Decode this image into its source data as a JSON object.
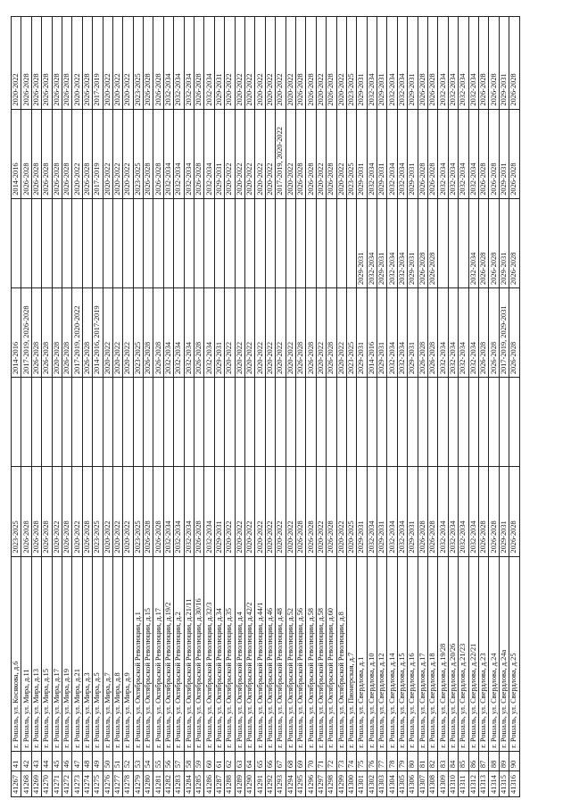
{
  "table": {
    "rows": [
      [
        "41267",
        "41",
        "г. Рошаль, ул. Косякова, д.6",
        "2023-2025",
        "",
        "2014-2016",
        "",
        "2014-2016",
        "2020-2022"
      ],
      [
        "41268",
        "42",
        "г. Рошаль, ул. Мира, д.11",
        "2026-2028",
        "",
        "2017-2019, 2026-2028",
        "",
        "2026-2028",
        "2026-2028"
      ],
      [
        "41269",
        "43",
        "г. Рошаль, ул. Мира, д.13",
        "2026-2028",
        "",
        "2026-2028",
        "",
        "2026-2028",
        "2026-2028"
      ],
      [
        "41270",
        "44",
        "г. Рошаль, ул. Мира, д.15",
        "2026-2028",
        "",
        "2026-2028",
        "",
        "2026-2028",
        "2026-2028"
      ],
      [
        "41271",
        "45",
        "г. Рошаль, ул. Мира, д.17",
        "2020-2022",
        "",
        "2020-2028",
        "",
        "2026-2028",
        "2026-2028"
      ],
      [
        "41272",
        "46",
        "г. Рошаль, ул. Мира, д.19",
        "2026-2028",
        "",
        "2026-2028",
        "",
        "2026-2028",
        "2026-2028"
      ],
      [
        "41273",
        "47",
        "г. Рошаль, ул. Мира, д.21",
        "2020-2022",
        "",
        "2017-2019, 2020-2022",
        "",
        "2020-2022",
        "2020-2022"
      ],
      [
        "41274",
        "48",
        "г. Рошаль, ул. Мира, д.3",
        "2026-2028",
        "",
        "2026-2028",
        "",
        "2026-2028",
        "2026-2028"
      ],
      [
        "41275",
        "49",
        "г. Рошаль, ул. Мира, д.5",
        "2023-2025",
        "",
        "2014-2016, 2017-2019",
        "",
        "2017-2019",
        "2017-2019"
      ],
      [
        "41276",
        "50",
        "г. Рошаль, ул. Мира, д.7",
        "2020-2022",
        "",
        "2020-2022",
        "",
        "2020-2022",
        "2020-2022"
      ],
      [
        "41277",
        "51",
        "г. Рошаль, ул. Мира, д.8",
        "2020-2022",
        "",
        "2020-2022",
        "",
        "2020-2022",
        "2020-2022"
      ],
      [
        "41278",
        "52",
        "г. Рошаль, ул. Мира, д.9",
        "2020-2022",
        "",
        "2020-2022",
        "",
        "2020-2022",
        "2020-2022"
      ],
      [
        "41279",
        "53",
        "г. Рошаль, ул. Октябрьской Революции, д.1",
        "2023-2025",
        "",
        "2023-2025",
        "",
        "2023-2025",
        "2023-2025"
      ],
      [
        "41280",
        "54",
        "г. Рошаль, ул. Октябрьской Революции, д.15",
        "2026-2028",
        "",
        "2026-2028",
        "",
        "2026-2028",
        "2026-2028"
      ],
      [
        "41281",
        "55",
        "г. Рошаль, ул. Октябрьской Революции, д.17",
        "2026-2028",
        "",
        "2026-2028",
        "",
        "2026-2028",
        "2026-2028"
      ],
      [
        "41282",
        "56",
        "г. Рошаль, ул. Октябрьской Революции, д.19/2",
        "2032-2034",
        "",
        "2032-2034",
        "",
        "2032-2034",
        "2032-2034"
      ],
      [
        "41283",
        "57",
        "г. Рошаль, ул. Октябрьской Революции, д.2",
        "2032-2034",
        "",
        "2032-2034",
        "",
        "2032-2034",
        "2032-2034"
      ],
      [
        "41284",
        "58",
        "г. Рошаль, ул. Октябрьской Революции, д.21/11",
        "2032-2034",
        "",
        "2032-2034",
        "",
        "2032-2034",
        "2032-2034"
      ],
      [
        "41285",
        "59",
        "г. Рошаль, ул. Октябрьской Революции, д.30/16",
        "2026-2028",
        "",
        "2026-2028",
        "",
        "2026-2028",
        "2026-2028"
      ],
      [
        "41286",
        "60",
        "г. Рошаль, ул. Октябрьской Революции, д.32/3",
        "2032-2034",
        "",
        "2032-2034",
        "",
        "2032-2034",
        "2032-2034"
      ],
      [
        "41287",
        "61",
        "г. Рошаль, ул. Октябрьской Революции, д.34",
        "2029-2031",
        "",
        "2029-2031",
        "",
        "2029-2031",
        "2029-2031"
      ],
      [
        "41288",
        "62",
        "г. Рошаль, ул. Октябрьской Революции, д.35",
        "2020-2022",
        "",
        "2020-2022",
        "",
        "2020-2022",
        "2020-2022"
      ],
      [
        "41289",
        "63",
        "г. Рошаль, ул. Октябрьской Революции, д.4",
        "2020-2022",
        "",
        "2020-2022",
        "",
        "2020-2022",
        "2020-2022"
      ],
      [
        "41290",
        "64",
        "г. Рошаль, ул. Октябрьской Революции, д.42/2",
        "2020-2022",
        "",
        "2020-2022",
        "",
        "2020-2022",
        "2020-2022"
      ],
      [
        "41291",
        "65",
        "г. Рошаль, ул. Октябрьской Революции, д.44/1",
        "2020-2022",
        "",
        "2020-2022",
        "",
        "2020-2022",
        "2020-2022"
      ],
      [
        "41292",
        "66",
        "г. Рошаль, ул. Октябрьской Революции, д.46",
        "2020-2022",
        "",
        "2020-2022",
        "",
        "2020-2022",
        "2020-2022"
      ],
      [
        "41293",
        "67",
        "г. Рошаль, ул. Октябрьской Революции, д.48",
        "2020-2022",
        "",
        "2020-2022",
        "",
        "2017-2019, 2020-2022",
        "2020-2022"
      ],
      [
        "41294",
        "68",
        "г. Рошаль, ул. Октябрьской Революции, д.52",
        "2020-2022",
        "",
        "2020-2022",
        "",
        "2020-2022",
        "2020-2022"
      ],
      [
        "41295",
        "69",
        "г. Рошаль, ул. Октябрьской Революции, д.56",
        "2026-2028",
        "",
        "2026-2028",
        "",
        "2026-2028",
        "2026-2028"
      ],
      [
        "41296",
        "70",
        "г. Рошаль, ул. Октябрьской Революции, д.58",
        "2026-2028",
        "",
        "2026-2028",
        "",
        "2026-2028",
        "2026-2028"
      ],
      [
        "41297",
        "71",
        "г. Рошаль, ул. Октябрьской Революции, д.58",
        "2020-2022",
        "",
        "2020-2022",
        "",
        "2020-2022",
        "2020-2022"
      ],
      [
        "41298",
        "72",
        "г. Рошаль, ул. Октябрьской Революции, д.60",
        "2026-2028",
        "",
        "2026-2028",
        "",
        "2026-2028",
        "2026-2028"
      ],
      [
        "41299",
        "73",
        "г. Рошаль, ул. Октябрьской Революции, д.8",
        "2020-2022",
        "",
        "2020-2022",
        "",
        "2020-2022",
        "2020-2022"
      ],
      [
        "41300",
        "74",
        "г. Рошаль, ул. Пионерская, д.7",
        "2020-2025",
        "",
        "2023-2025",
        "",
        "2023-2025",
        "2023-2025"
      ],
      [
        "41301",
        "75",
        "г. Рошаль, ул. Свердлова, д.1",
        "2029-2031",
        "",
        "2029-2031",
        "2029-2031",
        "2029-2031",
        "2029-2031"
      ],
      [
        "41302",
        "76",
        "г. Рошаль, ул. Свердлова, д.10",
        "2032-2034",
        "",
        "2014-2016",
        "2032-2034",
        "2032-2034",
        "2032-2034"
      ],
      [
        "41303",
        "77",
        "г. Рошаль, ул. Свердлова, д.12",
        "2029-2031",
        "",
        "2029-2031",
        "2029-2031",
        "2029-2031",
        "2029-2031"
      ],
      [
        "41304",
        "78",
        "г. Рошаль, ул. Свердлова, д.14",
        "2032-2034",
        "",
        "2032-2034",
        "2032-2034",
        "2032-2034",
        "2032-2034"
      ],
      [
        "41305",
        "79",
        "г. Рошаль, ул. Свердлова, д.15",
        "2032-2034",
        "",
        "2032-2034",
        "2032-2034",
        "2032-2034",
        "2032-2034"
      ],
      [
        "41306",
        "80",
        "г. Рошаль, ул. Свердлова, д.16",
        "2029-2031",
        "",
        "2029-2031",
        "2029-2031",
        "2029-2031",
        "2029-2031"
      ],
      [
        "41307",
        "81",
        "г. Рошаль, ул. Свердлова, д.17",
        "2026-2028",
        "",
        "2026-2028",
        "2026-2028",
        "2026-2028",
        "2026-2028"
      ],
      [
        "41308",
        "82",
        "г. Рошаль, ул. Свердлова, д.18",
        "2026-2028",
        "",
        "2026-2028",
        "2026-2028",
        "2026-2028",
        "2026-2028"
      ],
      [
        "41309",
        "83",
        "г. Рошаль, ул. Свердлова, д.19/28",
        "2032-2034",
        "",
        "2032-2034",
        "",
        "2032-2034",
        "2032-2034"
      ],
      [
        "41310",
        "84",
        "г. Рошаль, ул. Свердлова, д.20/26",
        "2032-2034",
        "",
        "2032-2034",
        "",
        "2032-2034",
        "2032-2034"
      ],
      [
        "41311",
        "85",
        "г. Рошаль, ул. Свердлова, д.21/23",
        "2032-2034",
        "",
        "2032-2034",
        "",
        "2032-2034",
        "2032-2034"
      ],
      [
        "41312",
        "86",
        "г. Рошаль, ул. Свердлова, д.22/21",
        "2032-2034",
        "",
        "2032-2034",
        "2032-2034",
        "2032-2034",
        "2032-2034"
      ],
      [
        "41313",
        "87",
        "г. Рошаль, ул. Свердлова, д.23",
        "2026-2028",
        "",
        "2026-2028",
        "2026-2028",
        "2026-2028",
        "2026-2028"
      ],
      [
        "41314",
        "88",
        "г. Рошаль, ул. Свердлова, д.24",
        "2026-2028",
        "",
        "2026-2028",
        "2026-2028",
        "2026-2028",
        "2026-2028"
      ],
      [
        "41315",
        "89",
        "г. Рошаль, ул. Свердлова, д.24а",
        "2029-2031",
        "",
        "2017-2019, 2029-2031",
        "2029-2031",
        "2029-2031",
        "2029-2031"
      ],
      [
        "41316",
        "90",
        "г. Рошаль, ул. Свердлова, д.25",
        "2026-2028",
        "",
        "2026-2028",
        "2026-2028",
        "2026-2028",
        "2026-2028"
      ]
    ]
  }
}
